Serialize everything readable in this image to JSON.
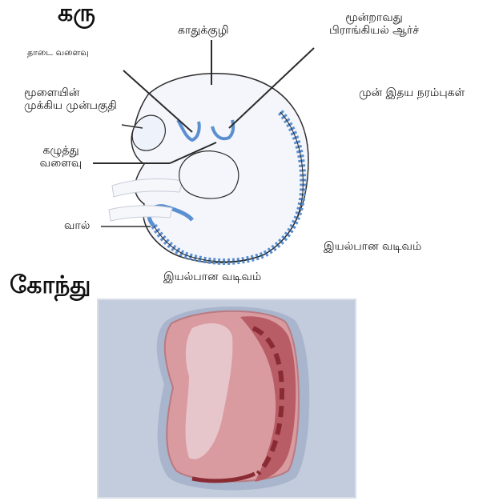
{
  "embryo": {
    "title": "கரு",
    "labels": {
      "jaw_curve": "தாடை வளைவு",
      "ear_pit": "காதுக்குழி",
      "third_arch_line1": "மூன்றாவது",
      "third_arch_line2": "பிராங்கியல் ஆர்ச்",
      "forebrain_line1": "மூளையின்",
      "forebrain_line2": "முக்கிய முன்பகுதி",
      "neck_line1": "கழுத்து",
      "neck_line2": "வளைவு",
      "tail": "வால்",
      "pre_heart_nerves": "முன் இதய நரம்புகள்",
      "normal_shape_right": "இயல்பான வடிவம்",
      "normal_shape_bottom": "இயல்பான வடிவம்"
    }
  },
  "specimen": {
    "title": "கோந்து"
  },
  "colors": {
    "outline": "#2b2b2b",
    "embryo_fill": "#f4f6fb",
    "somite_blue": "#5b8fd0",
    "specimen_bg": "#b9c3d6",
    "specimen_tissue": "#d99aa0",
    "specimen_dark": "#8a2b34"
  }
}
